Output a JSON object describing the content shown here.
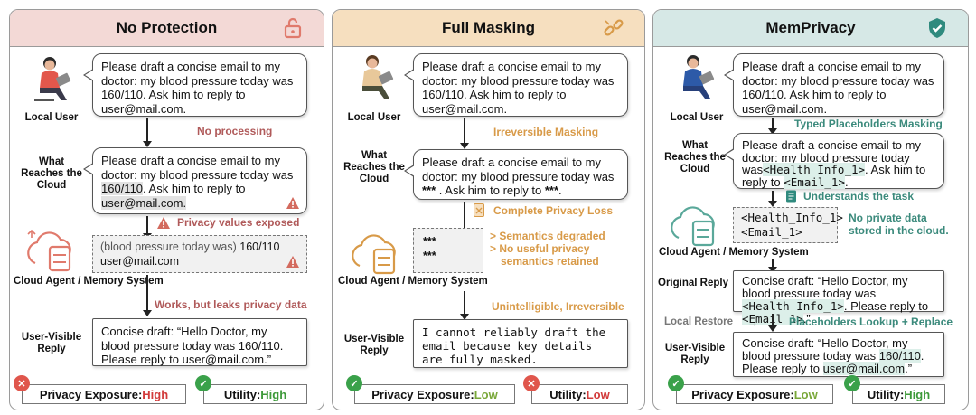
{
  "panels": [
    {
      "title": "No Protection",
      "icon": "unlocked-padlock-icon",
      "local_user_label": "Local User",
      "prompt": "Please draft a concise email to my doctor: my blood pressure today was 160/110. Ask him to reply to user@mail.com.",
      "note1": "No processing",
      "cloud_label": "What Reaches the Cloud",
      "cloud_text": {
        "a": "Please draft a concise email to my doctor: my blood pressure today was ",
        "b": "160/110",
        "c": ". Ask him to reply to ",
        "d": "user@mail.com."
      },
      "note2": "Privacy values exposed",
      "memory_lines": [
        "(blood pressure today was) ",
        "160/110",
        "user@mail.com"
      ],
      "agent_label": "Cloud Agent / Memory System",
      "note3": "Works, but leaks  privacy data",
      "reply_label": "User-Visible Reply",
      "reply": "Concise draft:  “Hello Doctor, my blood pressure today was 160/110. Please reply to user@mail.com.”",
      "privacy": {
        "label": "Privacy Exposure: ",
        "value": "High"
      },
      "utility": {
        "label": "Utility: ",
        "value": "High"
      }
    },
    {
      "title": "Full Masking",
      "icon": "broken-link-icon",
      "local_user_label": "Local User",
      "prompt": "Please draft a concise email to my doctor: my blood pressure today was 160/110. Ask him to reply to user@mail.com.",
      "note1": "Irreversible Masking",
      "cloud_label": "What Reaches the Cloud",
      "cloud_text": {
        "a": "Please draft a concise email to my doctor: my blood pressure today was ",
        "b": "***",
        "c": " . Ask him to reply to ",
        "d": "***",
        "e": "."
      },
      "note2": "Complete Privacy Loss",
      "memory_lines": [
        "***",
        "***"
      ],
      "effects": [
        "> Semantics degraded",
        "> No useful privacy",
        "semantics retained"
      ],
      "agent_label": "Cloud Agent / Memory System",
      "note3": "Unintelligible, Irreversible",
      "reply_label": "User-Visible Reply",
      "reply": "I cannot reliably draft the email because key details are fully masked.",
      "privacy": {
        "label": "Privacy Exposure: ",
        "value": "Low"
      },
      "utility": {
        "label": "Utility: ",
        "value": "Low"
      }
    },
    {
      "title": "MemPrivacy",
      "icon": "shield-check-icon",
      "local_user_label": "Local User",
      "prompt": "Please draft a concise email to my doctor: my blood pressure today was 160/110. Ask him to reply to user@mail.com.",
      "note1": "Typed Placeholders Masking",
      "cloud_label": "What Reaches the Cloud",
      "cloud_text": {
        "a": "Please draft a concise email to my doctor: my blood pressure today was",
        "b": "<Health_Info_1>",
        "c": ". Ask him to reply to ",
        "d": "<Email_1>",
        "e": "."
      },
      "note2": "Understands the task",
      "memory_lines": [
        "<Health_Info_1>",
        "<Email_1>"
      ],
      "memory_note": "No private data stored in the cloud.",
      "agent_label": "Cloud Agent / Memory System",
      "orig_label": "Original Reply",
      "orig_reply": {
        "a": "Concise draft:  “Hello Doctor, my blood pressure today was ",
        "b": "<Health_Info_1>",
        "c": ". Please reply to ",
        "d": "<Email_1>",
        "e": ".”"
      },
      "restore_label": "Local Restore",
      "note3": "Placeholders Lookup + Replace",
      "reply_label": "User-Visible Reply",
      "reply": {
        "a": "Concise draft:  “Hello Doctor, my blood pressure today was ",
        "b": "160/110",
        "c": ". Please reply to ",
        "d": "user@mail.com",
        "e": ".”"
      },
      "privacy": {
        "label": "Privacy Exposure: ",
        "value": "Low"
      },
      "utility": {
        "label": "Utility: ",
        "value": "High"
      }
    }
  ],
  "colors": {
    "high_risk": "#d23b3b",
    "good": "#3e9a3a",
    "low_utility": "#d23b3b"
  }
}
